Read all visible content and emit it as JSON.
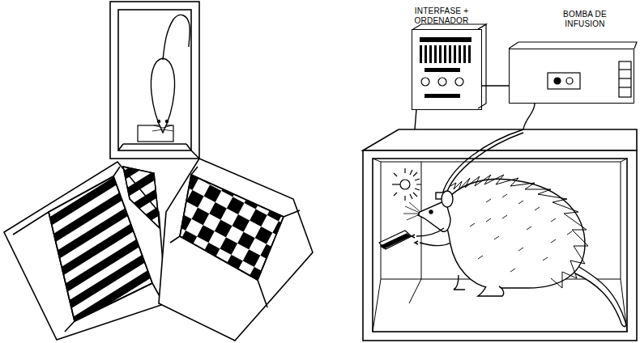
{
  "diagram": {
    "nodes": [
      {
        "text": [
          "INTERFASE + ORDENADOR"
        ]
      },
      {
        "text": [
          "BOMBA DE INFUSION"
        ]
      }
    ],
    "edges": [
      {
        "from": 0,
        "to": 1,
        "arrow": "none"
      }
    ]
  }
}
